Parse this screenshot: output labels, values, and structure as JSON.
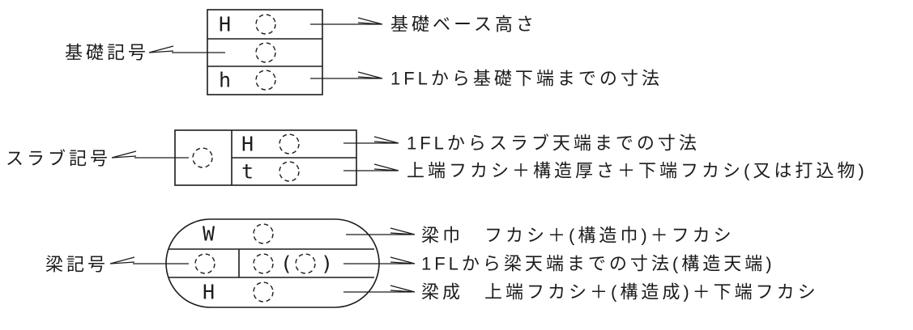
{
  "colors": {
    "line": "#1c1c1c",
    "background": "#ffffff"
  },
  "foundation": {
    "label": "基礎記号",
    "row1_letter": "H",
    "row2_letter": "",
    "row3_letter": "h",
    "ann_top": "基礎ベース高さ",
    "ann_bottom": "1FLから基礎下端までの寸法"
  },
  "slab": {
    "label": "スラブ記号",
    "row1_letter": "H",
    "row2_letter": "t",
    "ann_top": "1FLからスラブ天端までの寸法",
    "ann_bottom": "上端フカシ＋構造厚さ＋下端フカシ(又は打込物)"
  },
  "beam": {
    "label": "梁記号",
    "row1_letter": "W",
    "row3_letter": "H",
    "paren_open": "(",
    "paren_close": ")",
    "ann_top": "梁巾　フカシ＋(構造巾)＋フカシ",
    "ann_mid": "1FLから梁天端までの寸法(構造天端)",
    "ann_bottom": "梁成　上端フカシ＋(構造成)＋下端フカシ"
  }
}
